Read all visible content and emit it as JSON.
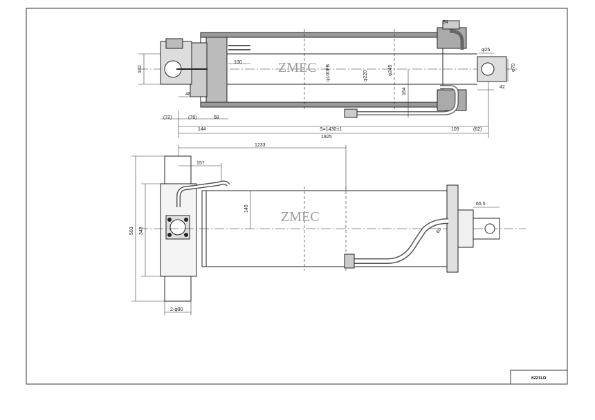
{
  "drawing": {
    "watermark_top": "ZMEC",
    "watermark_bottom": "ZMEC",
    "title_block_code": "6221LD"
  },
  "dimensions_top": {
    "d54": "54",
    "d25": "φ25",
    "d70": "φ70",
    "d102": "102",
    "d100": "100",
    "d100fb": "φ100FB",
    "d220": "φ220",
    "d245": "φ245",
    "d164": "164",
    "d48": "48",
    "d72": "(72)",
    "d76": "(76)",
    "d68": "68",
    "d144": "144",
    "stroke": "S=1430±1",
    "d109": "109",
    "d62": "(62)",
    "d42": "42",
    "d1925": "1925"
  },
  "dimensions_bottom": {
    "d1233": "1233",
    "d157": "157",
    "d140": "140",
    "d503": "503",
    "d343": "343",
    "d655": "65.5",
    "d60": "60",
    "d2phi90": "2-φ90"
  }
}
